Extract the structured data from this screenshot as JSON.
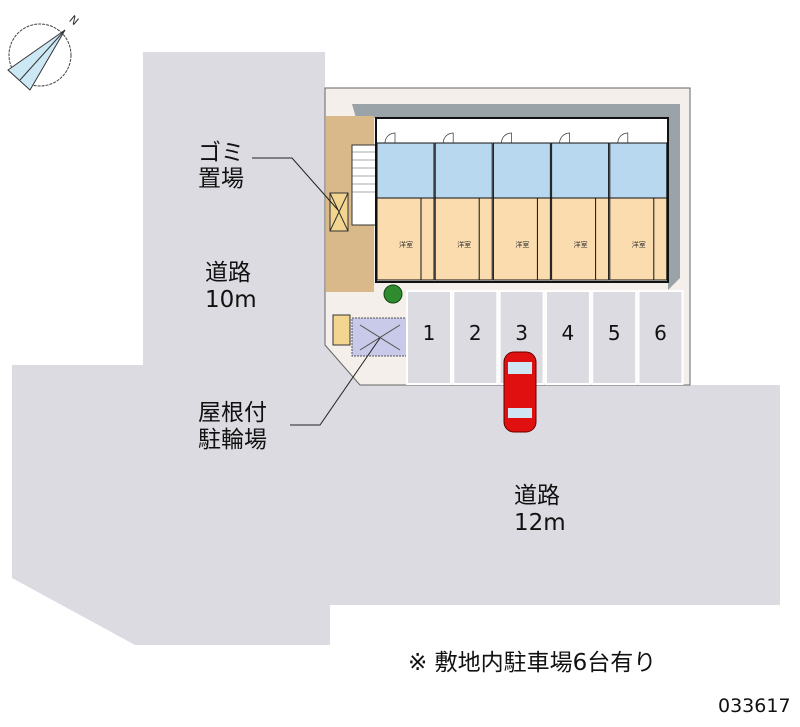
{
  "compass": {
    "north_label": "N"
  },
  "labels": {
    "garbage_line1": "ゴミ",
    "garbage_line2": "置場",
    "road_left_line1": "道路",
    "road_left_line2": "10m",
    "bike_line1": "屋根付",
    "bike_line2": "駐輪場",
    "road_bottom_line1": "道路",
    "road_bottom_line2": "12m"
  },
  "units": {
    "room_label": "洋室",
    "count": 5
  },
  "parking": {
    "spaces": [
      "1",
      "2",
      "3",
      "4",
      "5",
      "6"
    ]
  },
  "note": "※ 敷地内駐車場6台有り",
  "property_code": "033617",
  "colors": {
    "road": "#dcdbe1",
    "wet_area": "#b8d8f0",
    "room": "#fbdcae",
    "car": "#e01010",
    "border": "#7f8a90"
  }
}
